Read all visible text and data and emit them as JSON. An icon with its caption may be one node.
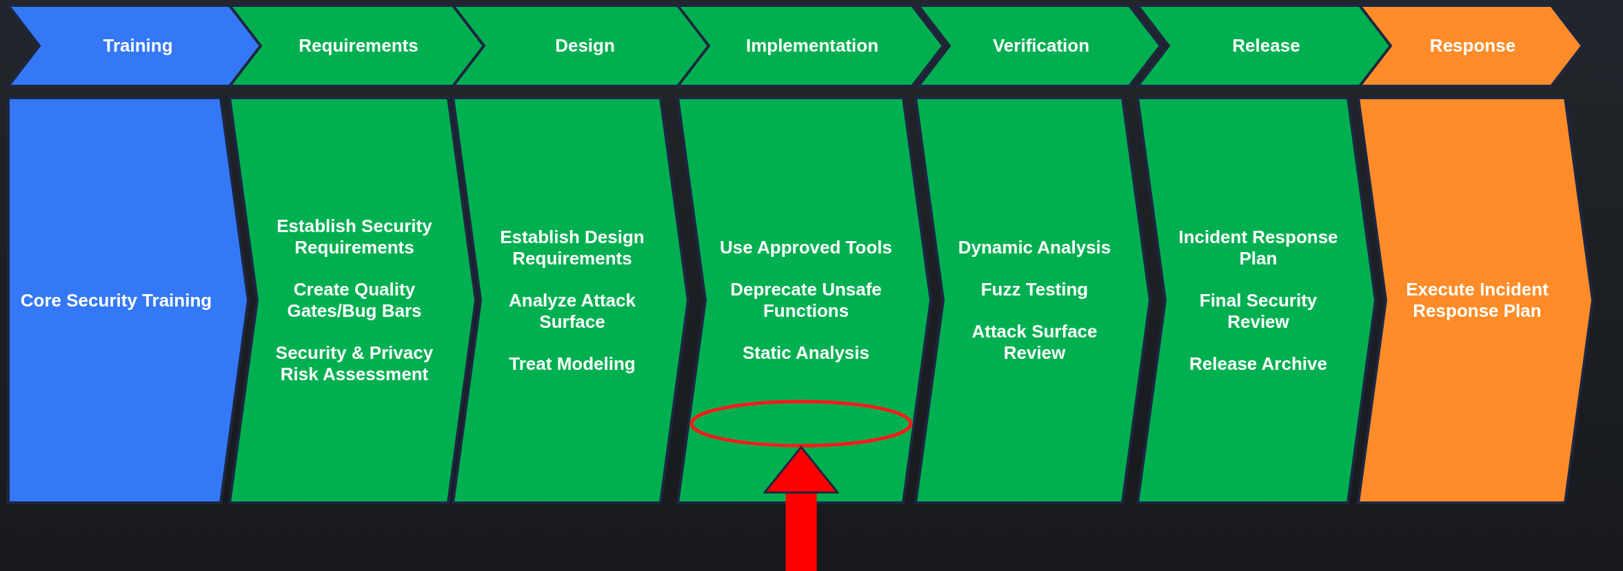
{
  "diagram": {
    "nodes": [
      {
        "text": [
          "Training"
        ]
      },
      {
        "text": [
          "Requirements"
        ]
      },
      {
        "text": [
          "Design"
        ]
      },
      {
        "text": [
          "Implementation"
        ]
      },
      {
        "text": [
          "Verification"
        ]
      },
      {
        "text": [
          "Release"
        ]
      },
      {
        "text": [
          "Response"
        ]
      },
      {
        "text": [
          "Core Security Training"
        ]
      },
      {
        "text": [
          "Establish Security Requirements",
          "Create Quality Gates/Bug Bars",
          "Security & Privacy Risk Assessment"
        ]
      },
      {
        "text": [
          "Establish Design Requirements",
          "Analyze Attack Surface",
          "Treat Modeling"
        ]
      },
      {
        "text": [
          "Use Approved Tools",
          "Deprecate Unsafe Functions",
          "Static Analysis"
        ]
      },
      {
        "text": [
          "Dynamic Analysis",
          "Fuzz Testing",
          "Attack Surface Review"
        ]
      },
      {
        "text": [
          "Incident Response Plan",
          "Final Security Review",
          "Release Archive"
        ]
      },
      {
        "text": [
          "Execute Incident Response Plan"
        ]
      },
      {
        "text": [],
        "shape": "ellipse",
        "in": 10
      }
    ],
    "edges": [
      {
        "from": null,
        "to": 14,
        "arrow": "to"
      }
    ]
  }
}
